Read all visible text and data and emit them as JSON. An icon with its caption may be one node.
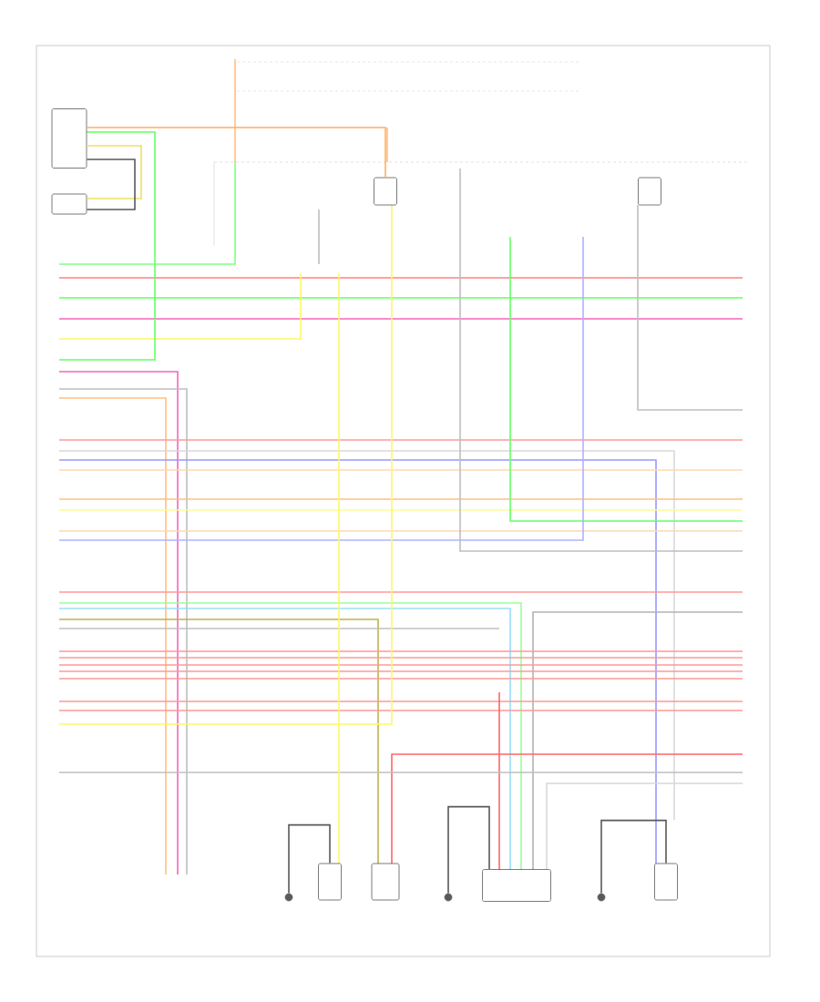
{
  "diagram": {
    "nodes": [
      {
        "text": [],
        "shape": "box"
      },
      {
        "text": [],
        "shape": "box"
      },
      {
        "text": [],
        "shape": "box"
      },
      {
        "text": [],
        "shape": "box"
      },
      {
        "text": [],
        "shape": "circle"
      },
      {
        "text": [],
        "shape": "box"
      },
      {
        "text": [],
        "shape": "box"
      },
      {
        "text": [],
        "shape": "circle"
      },
      {
        "text": [],
        "shape": "box"
      },
      {
        "text": [],
        "shape": "circle"
      },
      {
        "text": [],
        "shape": "box"
      }
    ],
    "edges": [
      {
        "from": 0,
        "to": 2,
        "arrow": "none",
        "color": "#ffb060"
      },
      {
        "from": 0,
        "to": 1,
        "arrow": "none",
        "color": "#f0e060"
      },
      {
        "from": 0,
        "to": 1,
        "arrow": "none"
      },
      {
        "from": 4,
        "to": 5,
        "arrow": "none"
      },
      {
        "from": 7,
        "to": 8,
        "arrow": "none"
      },
      {
        "from": 9,
        "to": 10,
        "arrow": "none"
      }
    ]
  }
}
